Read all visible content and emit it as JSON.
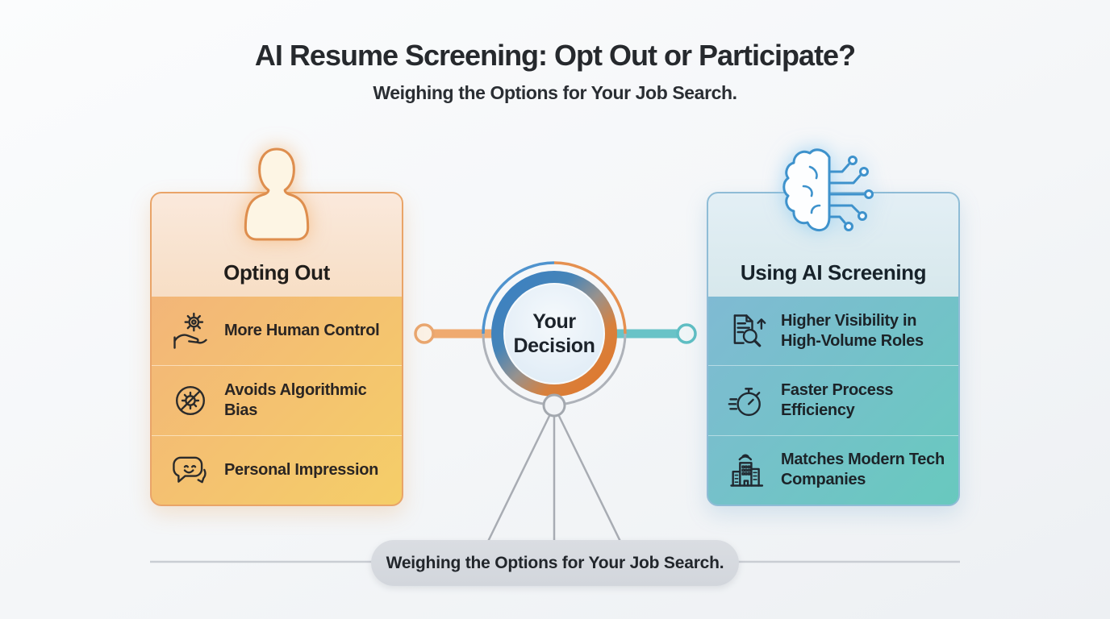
{
  "header": {
    "title": "AI Resume Screening: Opt Out or Participate?",
    "subtitle": "Weighing the Options for Your Job Search."
  },
  "left_card": {
    "title": "Opting Out",
    "icon": "person-icon",
    "items": [
      {
        "icon": "hand-gear-icon",
        "label": "More Human Control"
      },
      {
        "icon": "no-algorithm-icon",
        "label": "Avoids Algorithmic Bias"
      },
      {
        "icon": "chat-smiley-icon",
        "label": "Personal Impression"
      }
    ]
  },
  "right_card": {
    "title": "Using AI Screening",
    "icon": "brain-circuit-icon",
    "items": [
      {
        "icon": "document-search-icon",
        "label": "Higher Visibility in High-Volume Roles"
      },
      {
        "icon": "stopwatch-icon",
        "label": "Faster Process Efficiency"
      },
      {
        "icon": "building-wifi-icon",
        "label": "Matches Modern Tech Companies"
      }
    ]
  },
  "center": {
    "label": "Your Decision"
  },
  "footer": {
    "label": "Weighing the Options for Your Job Search."
  },
  "colors": {
    "left_accent": "#E9A468",
    "left_body_start": "#F2B07C",
    "left_body_end": "#F5CE68",
    "right_accent": "#3E92CC",
    "right_body_start": "#85B7D8",
    "right_body_end": "#68C9BE",
    "ring_blue": "#3A80C4",
    "ring_orange": "#E0772B",
    "connector_orange": "#EFAA70",
    "connector_teal": "#69C3C7",
    "pill_bg": "#D2D6DC"
  }
}
